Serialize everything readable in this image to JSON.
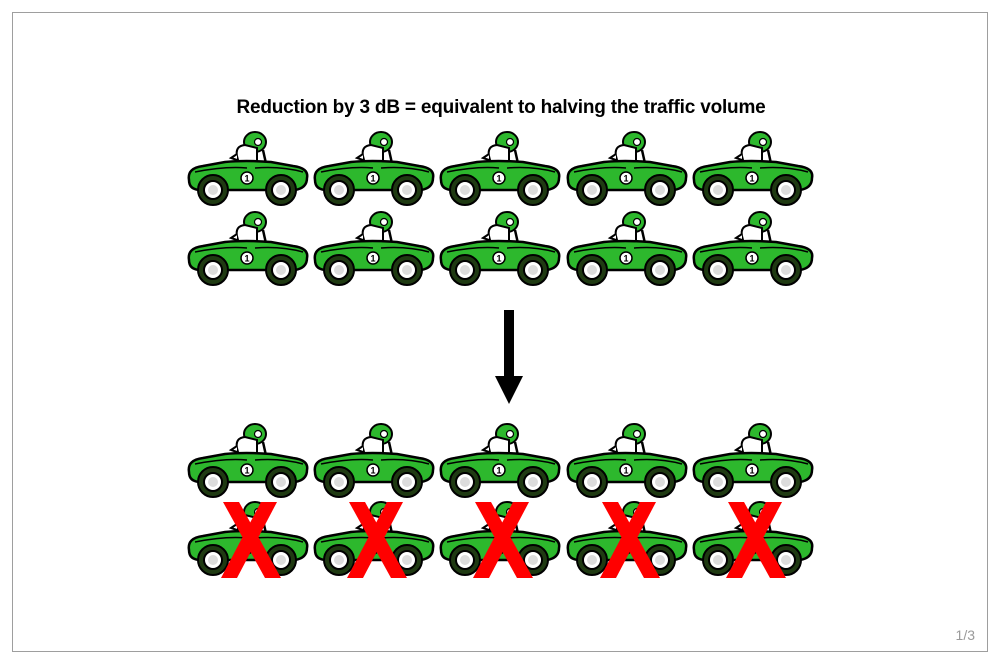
{
  "slide": {
    "title": "Reduction by 3 dB = equivalent to halving the traffic volume",
    "page_number": "1/3"
  },
  "colors": {
    "car_body": "#2db82d",
    "car_outline": "#000000",
    "wheel": "#1f3a12",
    "cross": "#ff0000",
    "arrow": "#000000",
    "border": "#9e9e9e",
    "page_number": "#9a9a9a"
  },
  "groups": {
    "before": {
      "rows": 2,
      "cars_per_row": 5,
      "car_number": "1"
    },
    "after": {
      "rows": 2,
      "cars_per_row": 5,
      "car_number": "1",
      "crossed_out_row": 2
    }
  },
  "icons": {
    "car": "race-car-with-driver-icon",
    "arrow": "arrow-down-icon",
    "cross": "red-x-cross-icon"
  }
}
